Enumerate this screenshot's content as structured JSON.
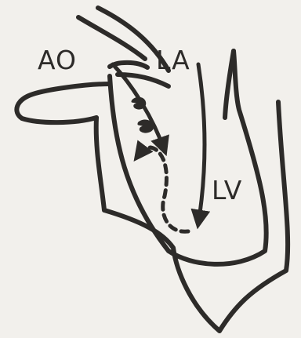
{
  "labels": {
    "aorta": "AO",
    "left_atrium": "LA",
    "left_ventricle": "LV"
  },
  "colors": {
    "ink": "#2d2b29",
    "paper": "#f2f0ec"
  }
}
